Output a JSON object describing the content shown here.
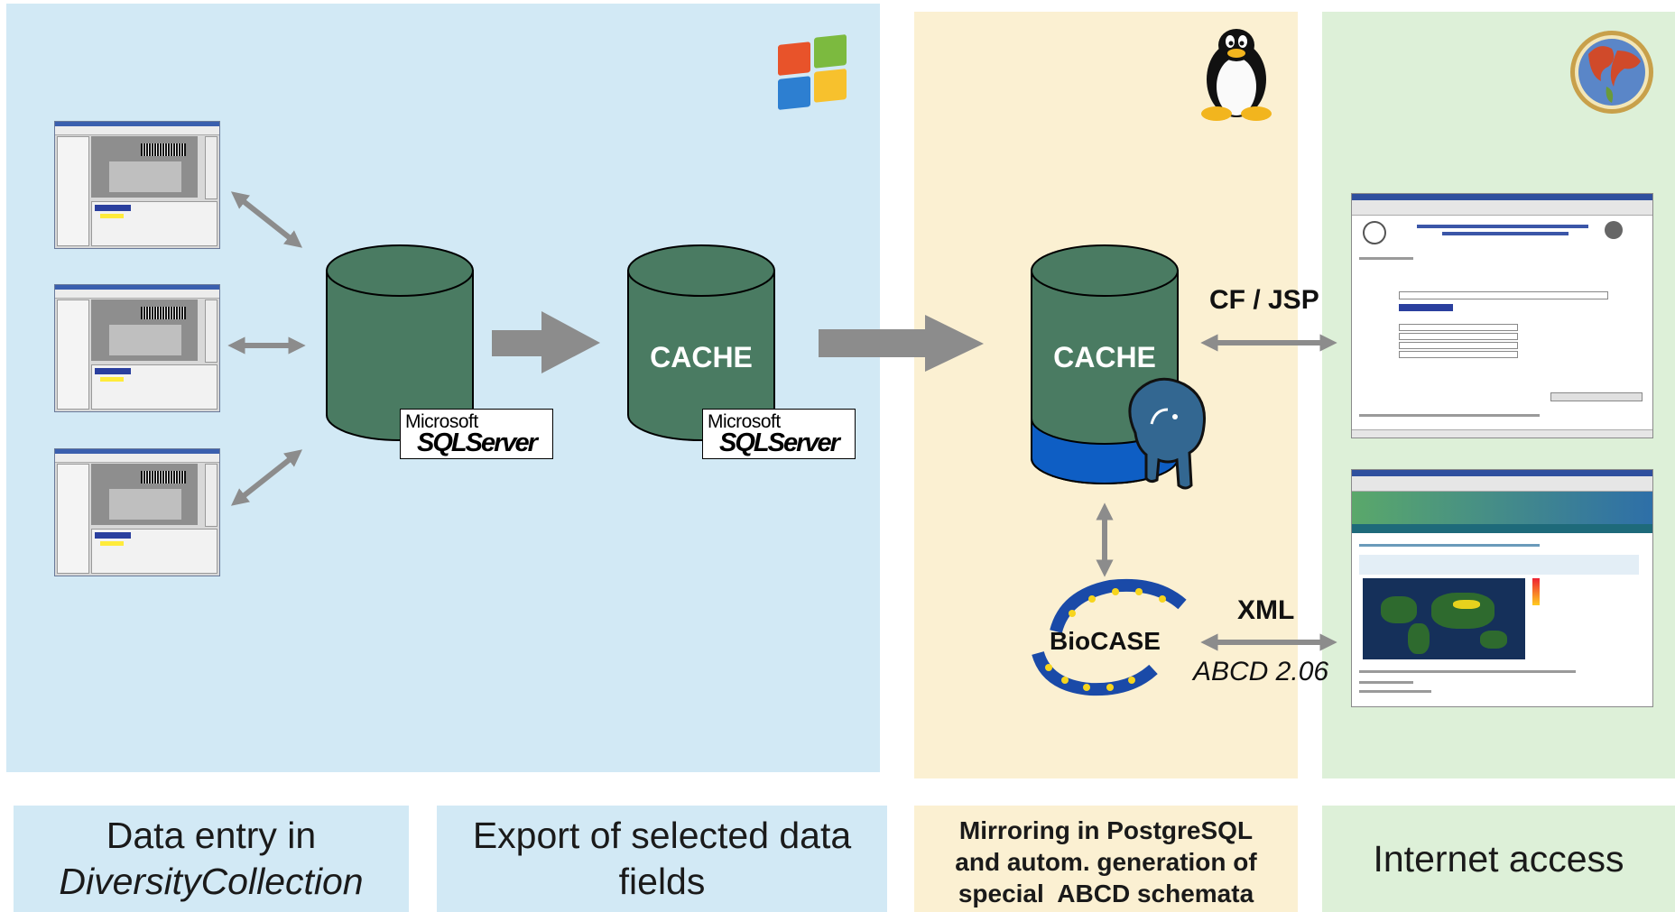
{
  "colors": {
    "panel_windows": "#d2e9f5",
    "panel_linux": "#fbf0d2",
    "panel_internet": "#ddf0d8",
    "cylinder_green": "#4a7b62",
    "cylinder_blue": "#0e5ec4",
    "arrow_gray": "#8c8c8c"
  },
  "db": {
    "cache_label": "CACHE",
    "mssql_top": "Microsoft",
    "mssql_bottom": "SQLServer"
  },
  "protocols": {
    "cf_jsp": "CF / JSP",
    "xml": "XML",
    "abcd": "ABCD 2.06"
  },
  "biocase": {
    "label": "BioCASE"
  },
  "footer": {
    "data_entry_line1": "Data entry in",
    "data_entry_line2": "DiversityCollection",
    "export_line1": "Export of selected data",
    "export_line2": "fields",
    "mirroring_line1": "Mirroring in PostgreSQL",
    "mirroring_line2": "and autom. generation of",
    "mirroring_line3": "special  ABCD schemata",
    "internet": "Internet access"
  },
  "icons": {
    "windows": "windows-logo-icon",
    "linux": "tux-penguin-icon",
    "globe": "globe-icon",
    "postgres": "postgresql-elephant-icon",
    "biocase": "biocase-logo-icon"
  }
}
